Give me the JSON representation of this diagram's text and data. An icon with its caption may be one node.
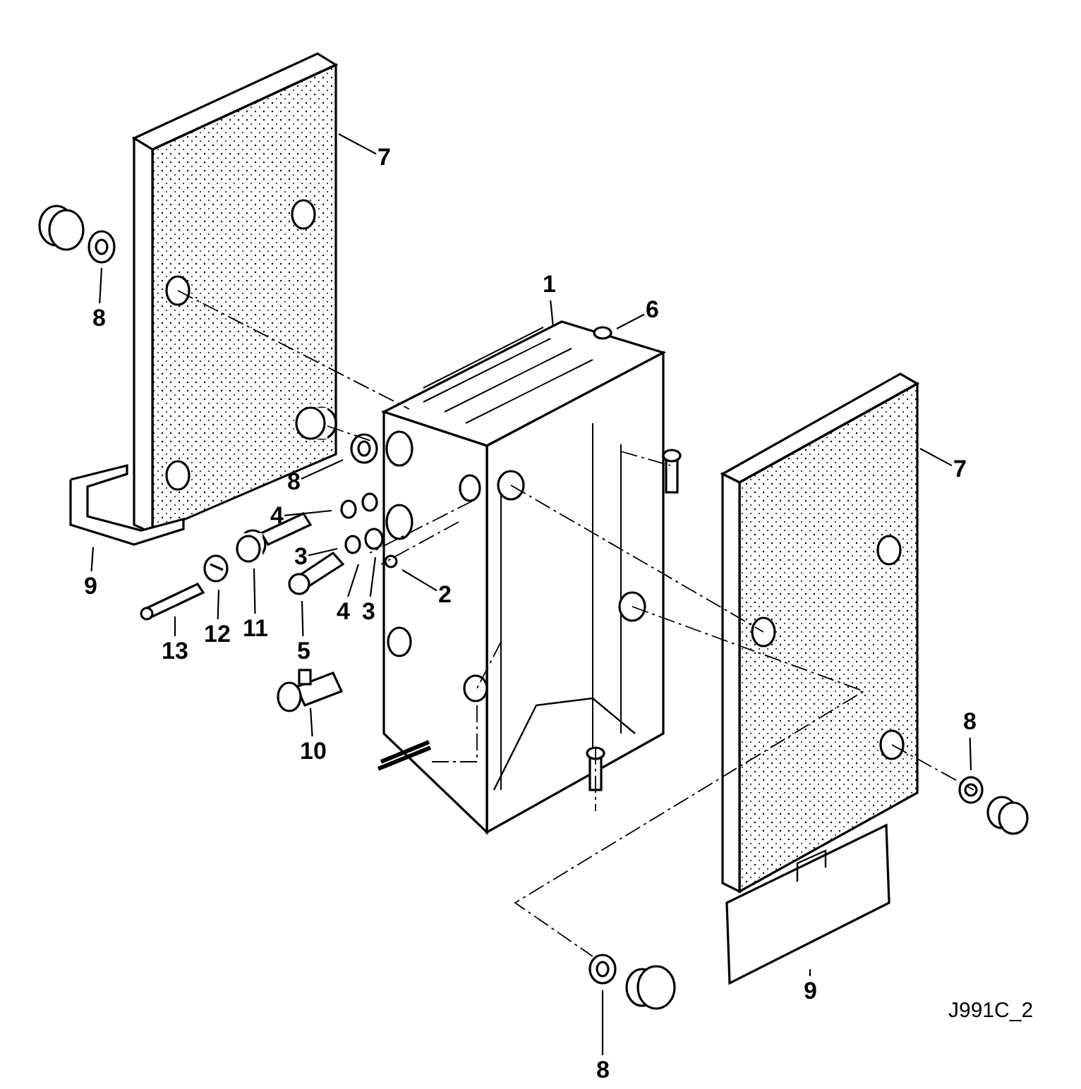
{
  "diagram": {
    "nodes": [
      {
        "text": [
          "7"
        ]
      },
      {
        "text": [
          "1"
        ]
      },
      {
        "text": [
          "8"
        ]
      },
      {
        "text": [
          "6"
        ]
      },
      {
        "text": [
          "7"
        ]
      },
      {
        "text": [
          "8"
        ]
      },
      {
        "text": [
          "4"
        ]
      },
      {
        "text": [
          "3"
        ]
      },
      {
        "text": [
          "9"
        ]
      },
      {
        "text": [
          "2"
        ]
      },
      {
        "text": [
          "4"
        ]
      },
      {
        "text": [
          "3"
        ]
      },
      {
        "text": [
          "11"
        ]
      },
      {
        "text": [
          "12"
        ]
      },
      {
        "text": [
          "5"
        ]
      },
      {
        "text": [
          "13"
        ]
      },
      {
        "text": [
          "8"
        ]
      },
      {
        "text": [
          "10"
        ]
      },
      {
        "text": [
          "9"
        ]
      },
      {
        "text": [
          "8"
        ]
      }
    ],
    "edges": [
      {
        "from": 0,
        "to": null,
        "arrow": "none"
      },
      {
        "from": 1,
        "to": null,
        "arrow": "none"
      },
      {
        "from": 2,
        "to": null,
        "arrow": "none"
      },
      {
        "from": 3,
        "to": null,
        "arrow": "none"
      },
      {
        "from": 4,
        "to": null,
        "arrow": "none"
      },
      {
        "from": 5,
        "to": null,
        "arrow": "none"
      },
      {
        "from": 6,
        "to": null,
        "arrow": "none"
      },
      {
        "from": 7,
        "to": null,
        "arrow": "none"
      },
      {
        "from": 8,
        "to": null,
        "arrow": "none"
      },
      {
        "from": 9,
        "to": null,
        "arrow": "none"
      },
      {
        "from": 10,
        "to": null,
        "arrow": "none"
      },
      {
        "from": 11,
        "to": null,
        "arrow": "none"
      },
      {
        "from": 12,
        "to": null,
        "arrow": "none"
      },
      {
        "from": 13,
        "to": null,
        "arrow": "none"
      },
      {
        "from": 14,
        "to": null,
        "arrow": "none"
      },
      {
        "from": 15,
        "to": null,
        "arrow": "none"
      },
      {
        "from": 16,
        "to": null,
        "arrow": "none"
      },
      {
        "from": 17,
        "to": null,
        "arrow": "none"
      },
      {
        "from": 18,
        "to": null,
        "arrow": "none"
      },
      {
        "from": 19,
        "to": null,
        "arrow": "none"
      }
    ],
    "labels": [
      "J991C_2"
    ]
  }
}
